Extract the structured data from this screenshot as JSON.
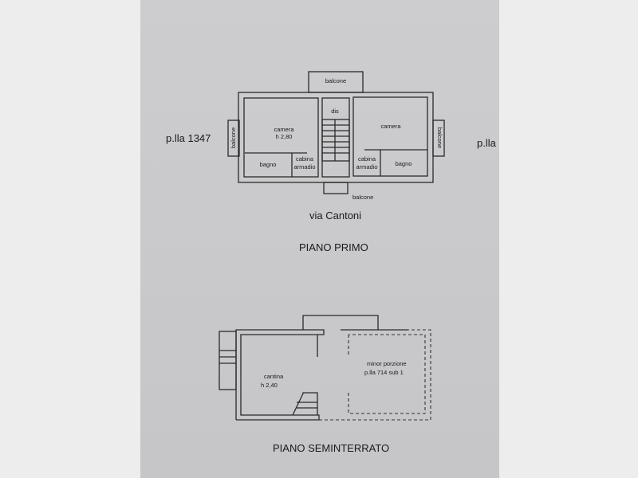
{
  "first_floor": {
    "title": "PIANO PRIMO",
    "street": "via Cantoni",
    "parcel_left": "p.lla 1347",
    "parcel_right": "p.lla",
    "rooms": {
      "balcone_top": "balcone",
      "balcone_left": "balcone",
      "balcone_right": "balcone",
      "balcone_bottom": "balcone",
      "dis": "dis",
      "camera_left": "camera",
      "camera_left_height": "h 2,80",
      "camera_right": "camera",
      "bagno_left": "bagno",
      "bagno_right": "bagno",
      "cabina_left_1": "cabina",
      "cabina_left_2": "armadio",
      "cabina_right_1": "cabina",
      "cabina_right_2": "armadio"
    }
  },
  "basement": {
    "title": "PIANO SEMINTERRATO",
    "rooms": {
      "cantina": "cantina",
      "cantina_height": "h 2,40",
      "minor_1": "minor porzione",
      "minor_2": "p.lla 714 sub 1"
    }
  }
}
